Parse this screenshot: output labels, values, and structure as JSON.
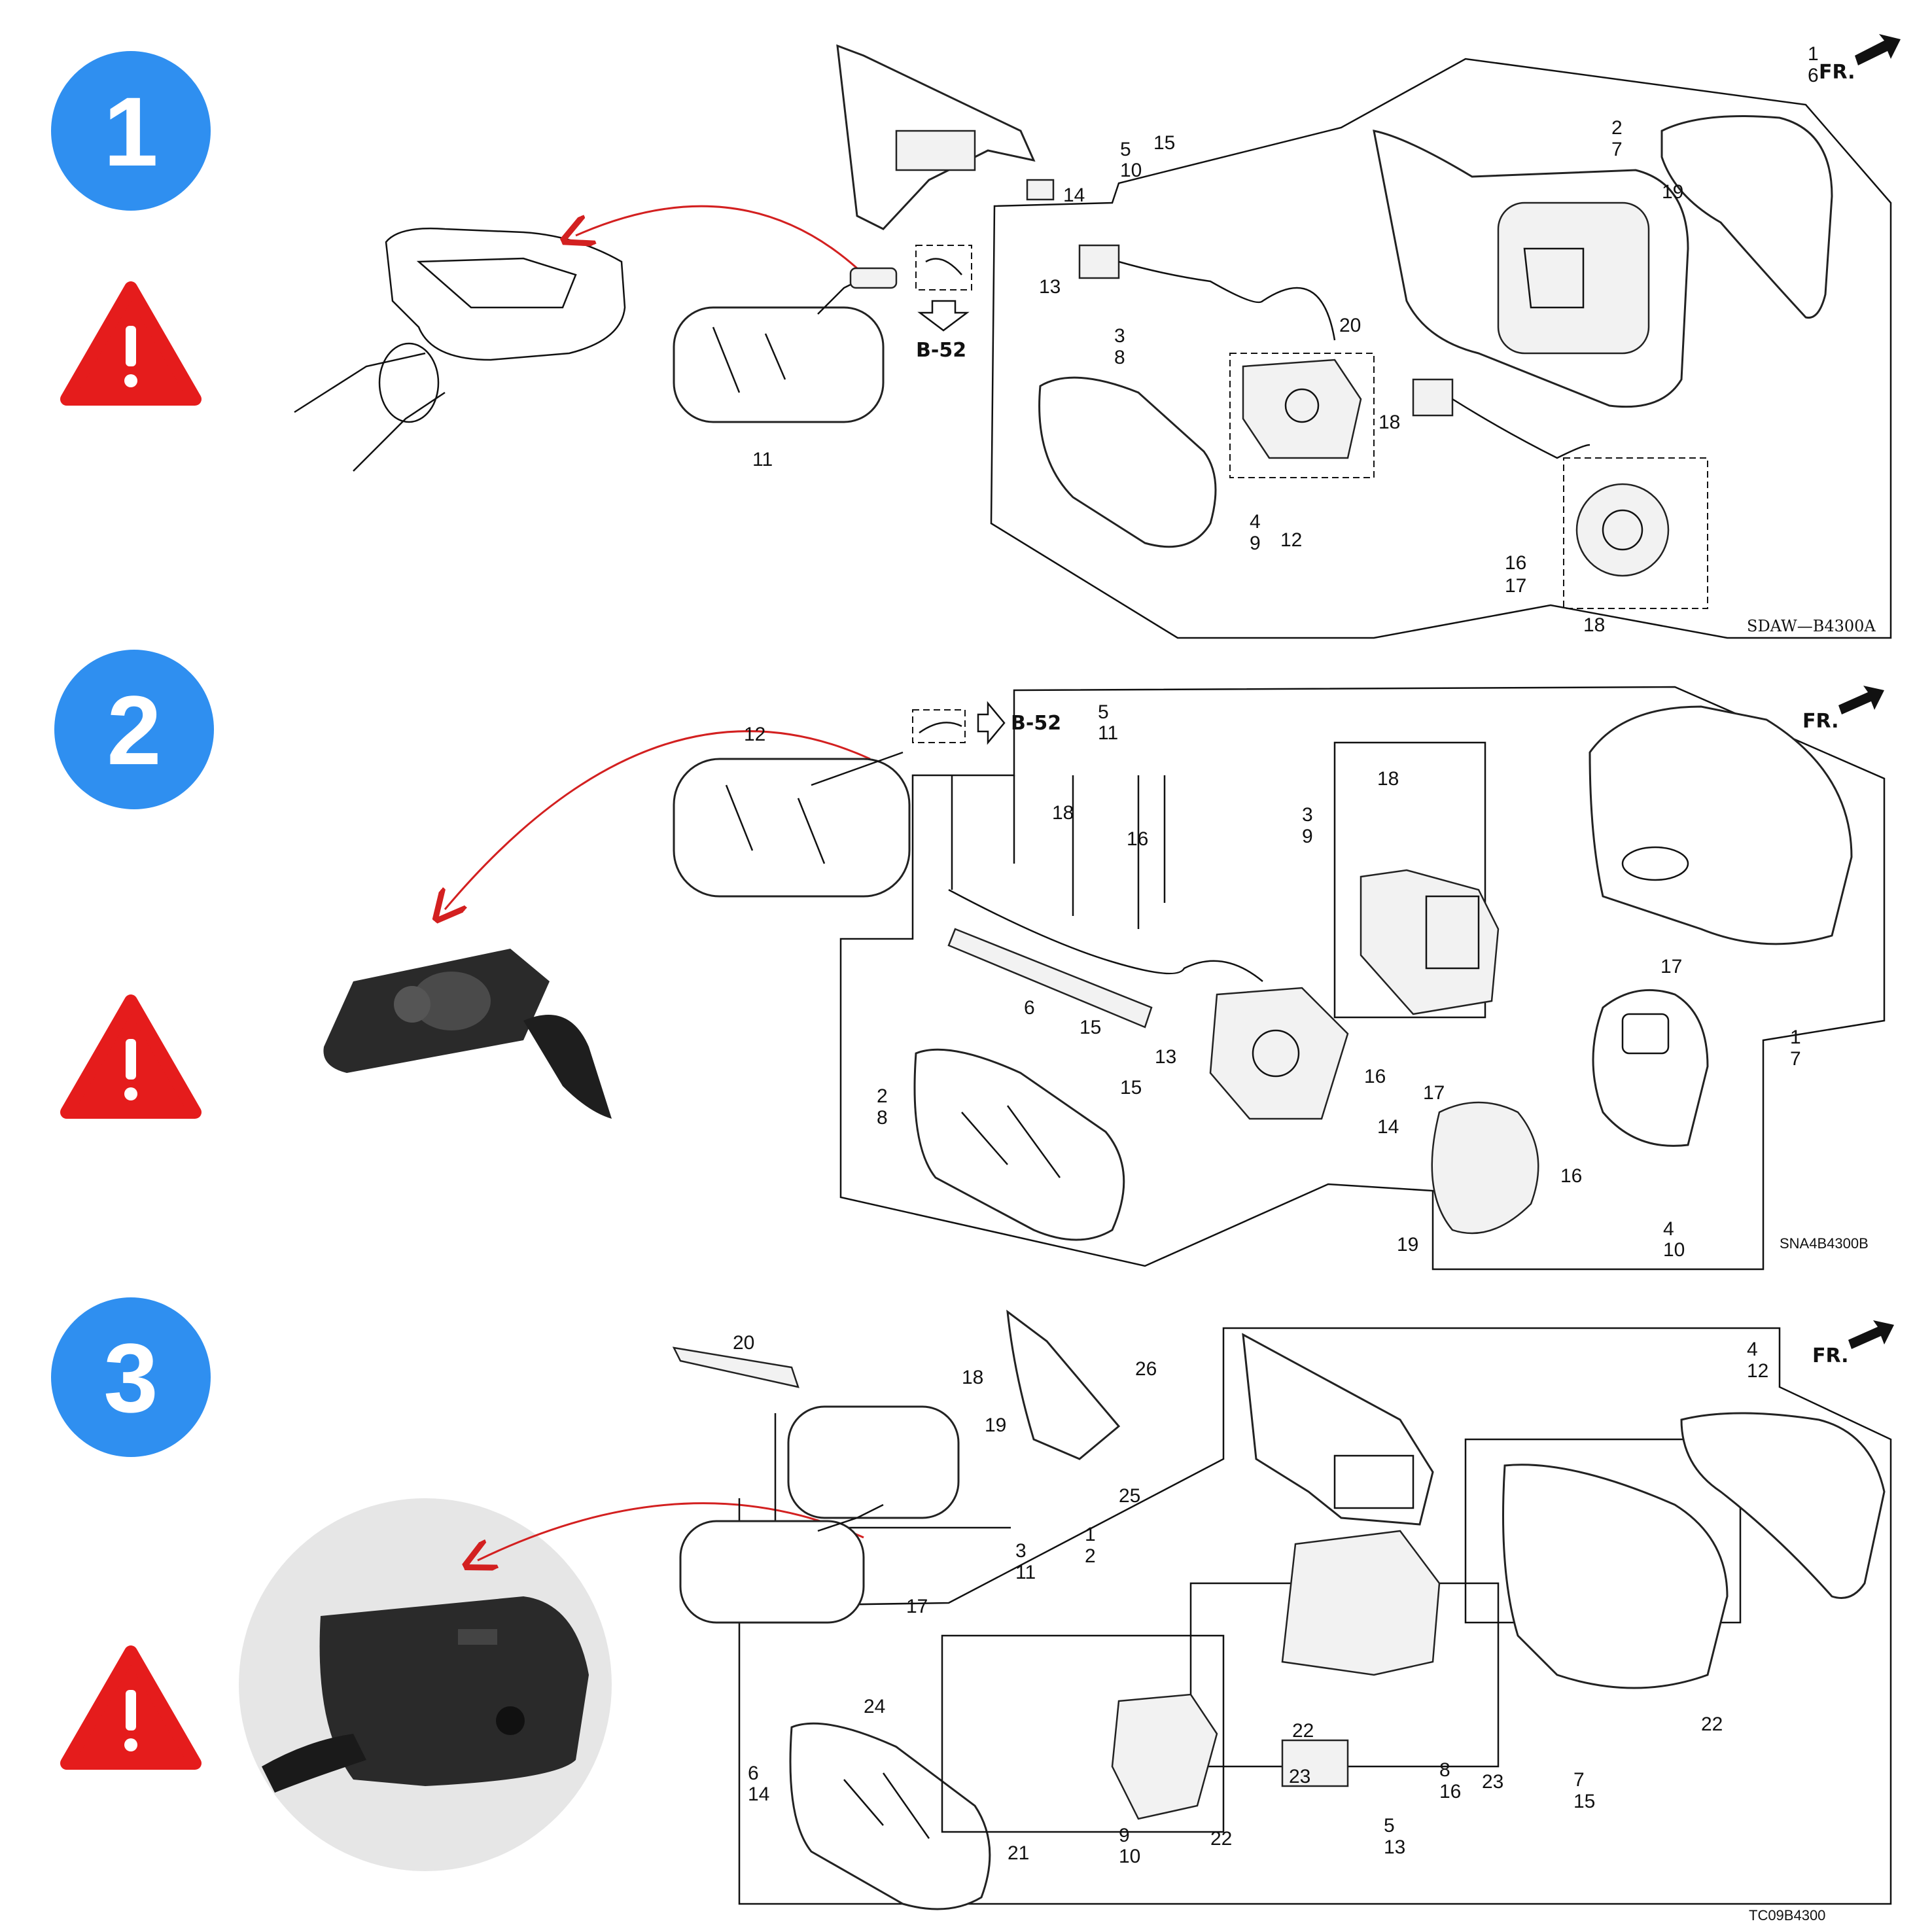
{
  "steps": [
    {
      "number": "1",
      "diagram_code": "SDAW—B4300A",
      "forward_label": "FR.",
      "ref_label": "B-52",
      "callouts": [
        "1\n6",
        "2\n7",
        "5\n10",
        "14",
        "15",
        "19",
        "13",
        "20",
        "3\n8",
        "11",
        "4\n9",
        "12",
        "18",
        "16\n17",
        "18"
      ]
    },
    {
      "number": "2",
      "diagram_code": "SNA4B4300B",
      "forward_label": "FR.",
      "ref_label": "B-52",
      "callouts": [
        "12",
        "5\n11",
        "18",
        "16",
        "3\n9",
        "18",
        "6",
        "15",
        "13",
        "2\n8",
        "15",
        "16",
        "17",
        "17",
        "1\n7",
        "14",
        "16",
        "19",
        "4\n10"
      ]
    },
    {
      "number": "3",
      "diagram_code": "TC09B4300",
      "forward_label": "FR.",
      "callouts": [
        "20",
        "18",
        "19",
        "26",
        "4\n12",
        "1\n2",
        "25",
        "3\n11",
        "17",
        "24",
        "6\n14",
        "21",
        "9\n10",
        "22",
        "23",
        "22",
        "8\n16",
        "23",
        "5\n13",
        "22",
        "7\n15"
      ]
    }
  ],
  "colors": {
    "step_badge": "#2f8ff0",
    "warning": "#e51c1c",
    "arrow": "#d32020",
    "line": "#111111"
  },
  "icons": {
    "step_badge": "circle-number-icon",
    "warning": "warning-triangle-icon",
    "forward": "forward-arrow-icon"
  }
}
